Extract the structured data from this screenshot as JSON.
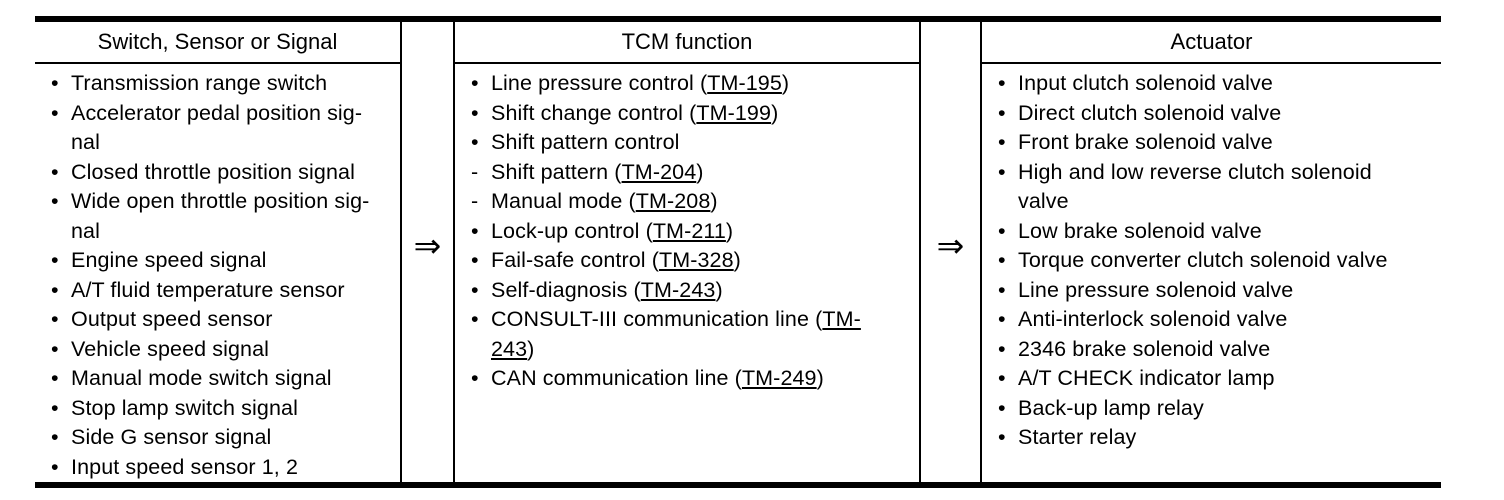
{
  "colors": {
    "ink": "#000000",
    "paper": "#ffffff"
  },
  "table": {
    "arrow": "⇒",
    "columns": [
      {
        "header": "Switch, Sensor or Signal",
        "items": [
          {
            "b": "•",
            "segs": [
              {
                "t": "Transmission range switch"
              }
            ]
          },
          {
            "b": "•",
            "segs": [
              {
                "t": "Accelerator pedal position sig-"
              },
              {
                "br": true
              },
              {
                "t": "nal"
              }
            ]
          },
          {
            "b": "•",
            "segs": [
              {
                "t": "Closed throttle position signal"
              }
            ]
          },
          {
            "b": "•",
            "segs": [
              {
                "t": "Wide open throttle position sig-"
              },
              {
                "br": true
              },
              {
                "t": "nal"
              }
            ]
          },
          {
            "b": "•",
            "segs": [
              {
                "t": "Engine speed signal"
              }
            ]
          },
          {
            "b": "•",
            "segs": [
              {
                "t": "A/T fluid temperature sensor"
              }
            ]
          },
          {
            "b": "•",
            "segs": [
              {
                "t": "Output speed sensor"
              }
            ]
          },
          {
            "b": "•",
            "segs": [
              {
                "t": "Vehicle speed signal"
              }
            ]
          },
          {
            "b": "•",
            "segs": [
              {
                "t": "Manual mode switch signal"
              }
            ]
          },
          {
            "b": "•",
            "segs": [
              {
                "t": "Stop lamp switch signal"
              }
            ]
          },
          {
            "b": "•",
            "segs": [
              {
                "t": "Side G sensor signal"
              }
            ]
          },
          {
            "b": "•",
            "segs": [
              {
                "t": "Input speed sensor 1, 2"
              }
            ]
          }
        ]
      },
      {
        "header": "TCM function",
        "items": [
          {
            "b": "•",
            "segs": [
              {
                "t": "Line pressure control ("
              },
              {
                "t": "TM-195",
                "link": true
              },
              {
                "t": ")"
              }
            ]
          },
          {
            "b": "•",
            "segs": [
              {
                "t": "Shift change control ("
              },
              {
                "t": "TM-199",
                "link": true
              },
              {
                "t": ")"
              }
            ]
          },
          {
            "b": "•",
            "segs": [
              {
                "t": "Shift pattern control"
              }
            ]
          },
          {
            "b": "-",
            "segs": [
              {
                "t": "Shift pattern ("
              },
              {
                "t": "TM-204",
                "link": true
              },
              {
                "t": ")"
              }
            ]
          },
          {
            "b": "-",
            "segs": [
              {
                "t": "Manual mode ("
              },
              {
                "t": "TM-208",
                "link": true
              },
              {
                "t": ")"
              }
            ]
          },
          {
            "b": "•",
            "segs": [
              {
                "t": "Lock-up control ("
              },
              {
                "t": "TM-211",
                "link": true
              },
              {
                "t": ")"
              }
            ]
          },
          {
            "b": "•",
            "segs": [
              {
                "t": "Fail-safe control ("
              },
              {
                "t": "TM-328",
                "link": true
              },
              {
                "t": ")"
              }
            ]
          },
          {
            "b": "•",
            "segs": [
              {
                "t": "Self-diagnosis ("
              },
              {
                "t": "TM-243",
                "link": true
              },
              {
                "t": ")"
              }
            ]
          },
          {
            "b": "•",
            "segs": [
              {
                "t": "CONSULT-III communication line ("
              },
              {
                "t": "TM-",
                "link": true
              },
              {
                "br": true
              },
              {
                "t": "243",
                "link": true
              },
              {
                "t": ")"
              }
            ]
          },
          {
            "b": "•",
            "segs": [
              {
                "t": "CAN communication line ("
              },
              {
                "t": "TM-249",
                "link": true
              },
              {
                "t": ")"
              }
            ]
          }
        ]
      },
      {
        "header": "Actuator",
        "items": [
          {
            "b": "•",
            "segs": [
              {
                "t": "Input clutch solenoid valve"
              }
            ]
          },
          {
            "b": "•",
            "segs": [
              {
                "t": "Direct clutch solenoid valve"
              }
            ]
          },
          {
            "b": "•",
            "segs": [
              {
                "t": "Front brake solenoid valve"
              }
            ]
          },
          {
            "b": "•",
            "segs": [
              {
                "t": "High and low reverse clutch solenoid"
              },
              {
                "br": true
              },
              {
                "t": "valve"
              }
            ]
          },
          {
            "b": "•",
            "segs": [
              {
                "t": "Low brake solenoid valve"
              }
            ]
          },
          {
            "b": "•",
            "segs": [
              {
                "t": "Torque converter clutch solenoid valve"
              }
            ]
          },
          {
            "b": "•",
            "segs": [
              {
                "t": "Line pressure solenoid valve"
              }
            ]
          },
          {
            "b": "•",
            "segs": [
              {
                "t": "Anti-interlock solenoid valve"
              }
            ]
          },
          {
            "b": "•",
            "segs": [
              {
                "t": "2346 brake solenoid valve"
              }
            ]
          },
          {
            "b": "•",
            "segs": [
              {
                "t": "A/T CHECK indicator lamp"
              }
            ]
          },
          {
            "b": "•",
            "segs": [
              {
                "t": "Back-up lamp relay"
              }
            ]
          },
          {
            "b": "•",
            "segs": [
              {
                "t": "Starter relay"
              }
            ]
          }
        ]
      }
    ]
  }
}
